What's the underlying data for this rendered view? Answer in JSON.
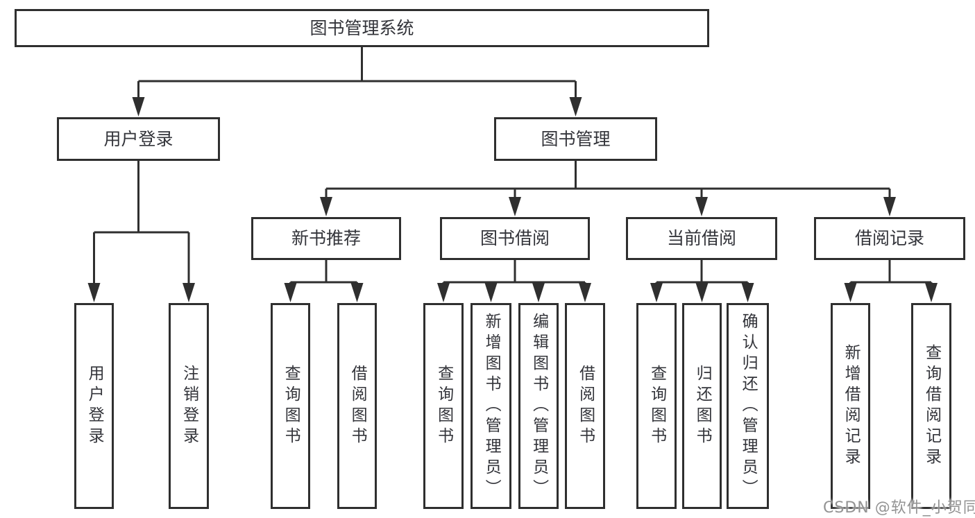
{
  "diagram": {
    "root": {
      "label": "图书管理系统"
    },
    "level2": [
      {
        "label": "用户登录"
      },
      {
        "label": "图书管理"
      }
    ],
    "level3": [
      {
        "label": "新书推荐"
      },
      {
        "label": "图书借阅"
      },
      {
        "label": "当前借阅"
      },
      {
        "label": "借阅记录"
      }
    ],
    "leaves": {
      "login": [
        {
          "label": "用户登录"
        },
        {
          "label": "注销登录"
        }
      ],
      "recommend": [
        {
          "label": "查询图书"
        },
        {
          "label": "借阅图书"
        }
      ],
      "borrow": [
        {
          "label": "查询图书"
        },
        {
          "label": "新增图书（管理员）"
        },
        {
          "label": "编辑图书（管理员）"
        },
        {
          "label": "借阅图书"
        }
      ],
      "current": [
        {
          "label": "查询图书"
        },
        {
          "label": "归还图书"
        },
        {
          "label": "确认归还（管理员）"
        }
      ],
      "records": [
        {
          "label": "新增借阅记录"
        },
        {
          "label": "查询借阅记录"
        }
      ]
    }
  },
  "watermark": "CSDN @软件_小贺同学",
  "colors": {
    "line": "#2f2f2f",
    "text": "#33343a",
    "background": "#ffffff",
    "watermark": "#8a8a8a"
  }
}
